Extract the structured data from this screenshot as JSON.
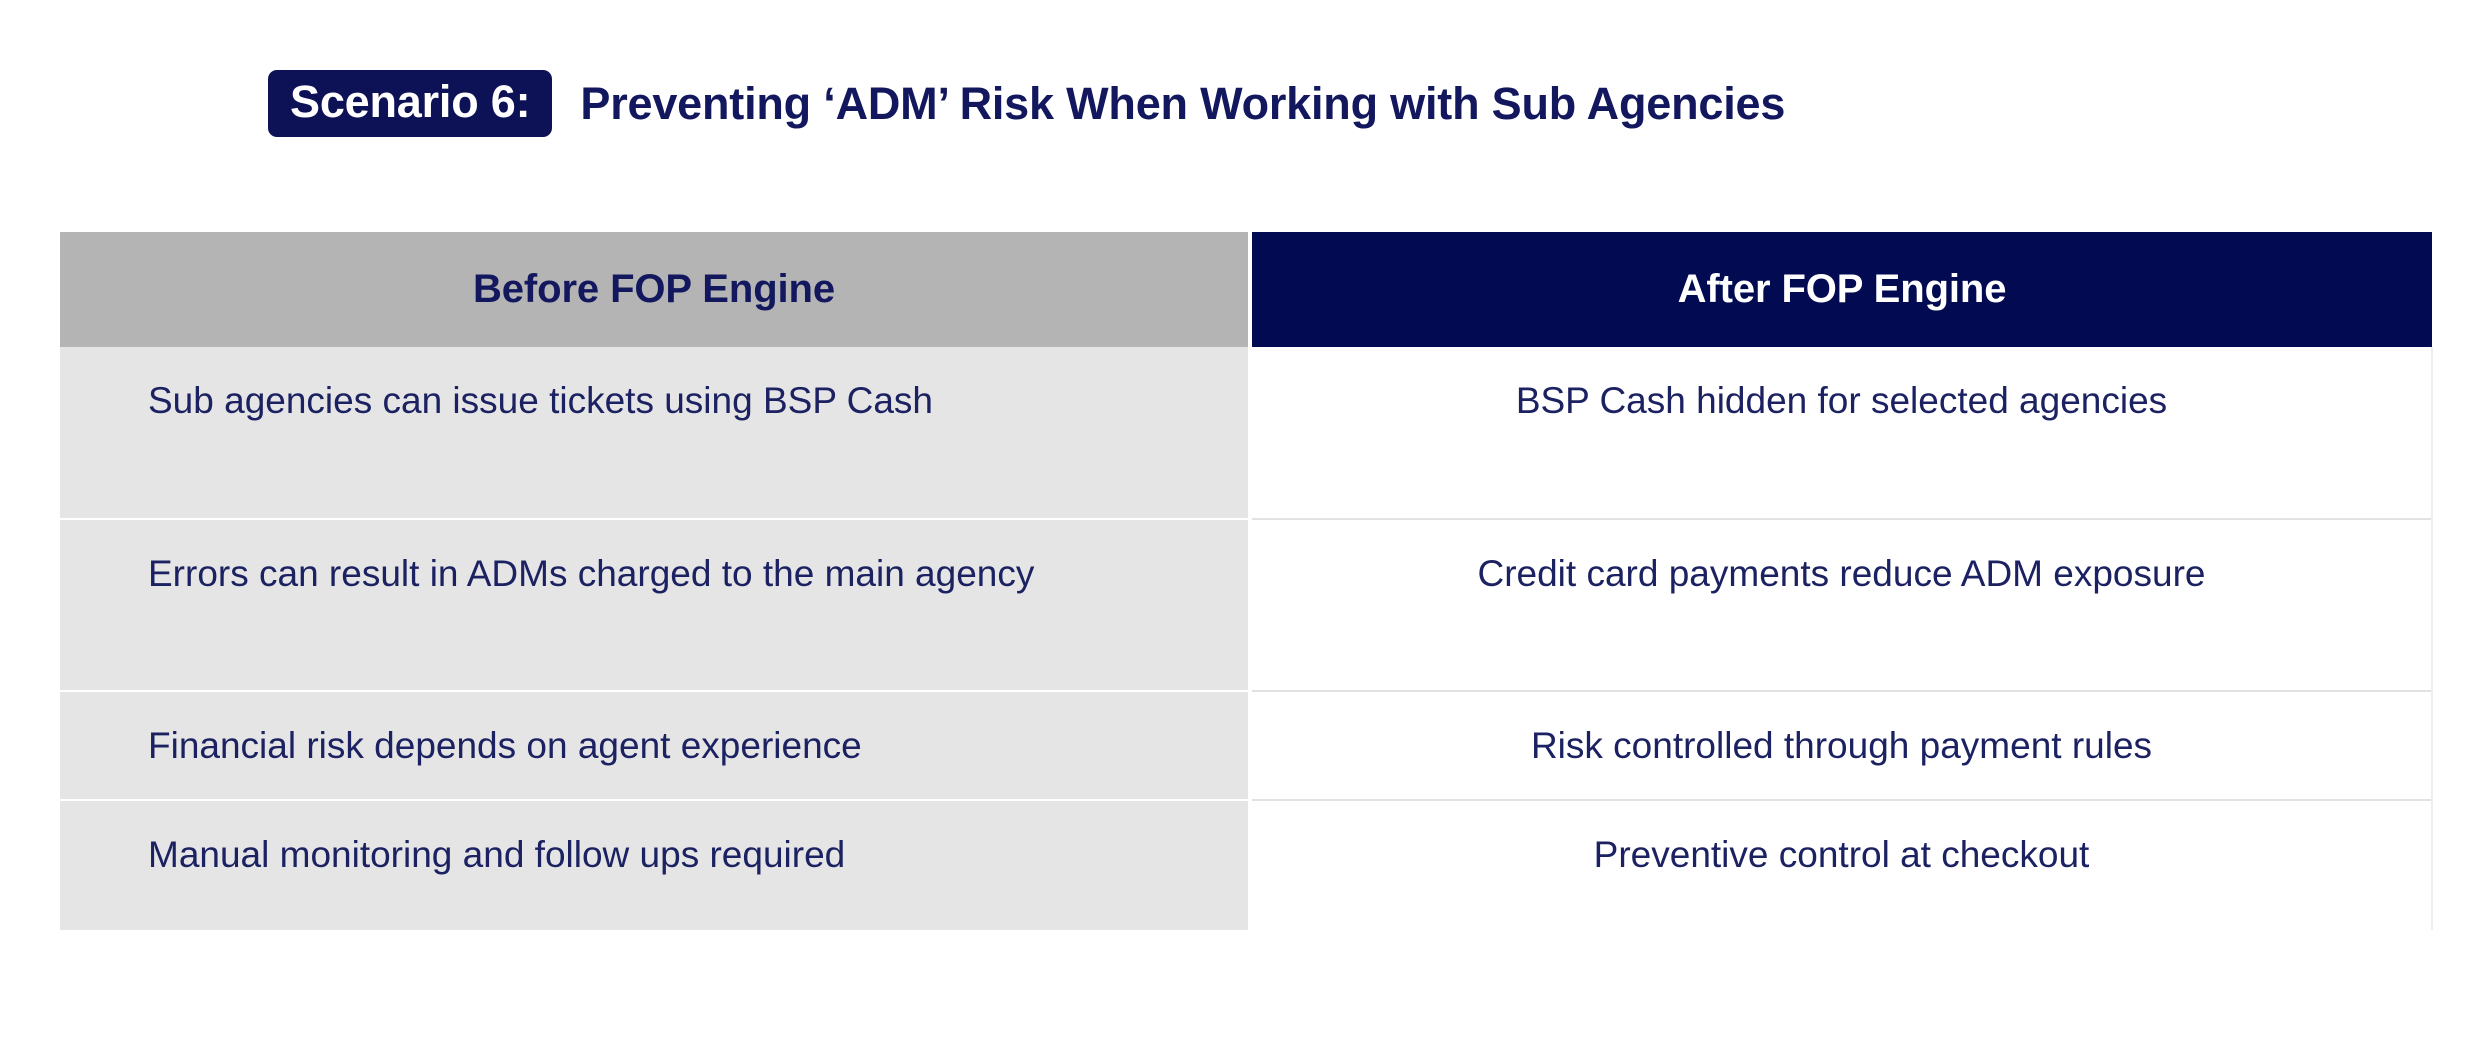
{
  "slide": {
    "background_color": "#ffffff",
    "navy": "#12175e",
    "badge_bg": "#0d1155",
    "header_before_bg": "#b4b4b4",
    "header_after_bg": "#020a52",
    "cell_before_bg": "#e5e5e5",
    "cell_after_bg": "#ffffff"
  },
  "title": {
    "badge_label": "Scenario 6:",
    "heading": "Preventing ‘ADM’ Risk When Working with Sub Agencies"
  },
  "table": {
    "columns": [
      {
        "key": "before",
        "header": "Before FOP Engine"
      },
      {
        "key": "after",
        "header": "After FOP Engine"
      }
    ],
    "rows": [
      {
        "before": "Sub agencies can issue tickets using BSP Cash",
        "after": "BSP Cash hidden for selected agencies"
      },
      {
        "before": "Errors can result in ADMs charged to the main agency",
        "after": "Credit card payments reduce ADM exposure"
      },
      {
        "before": "Financial risk depends on agent experience",
        "after": "Risk controlled through payment rules"
      },
      {
        "before": "Manual monitoring and follow ups required",
        "after": "Preventive control at checkout"
      }
    ]
  }
}
